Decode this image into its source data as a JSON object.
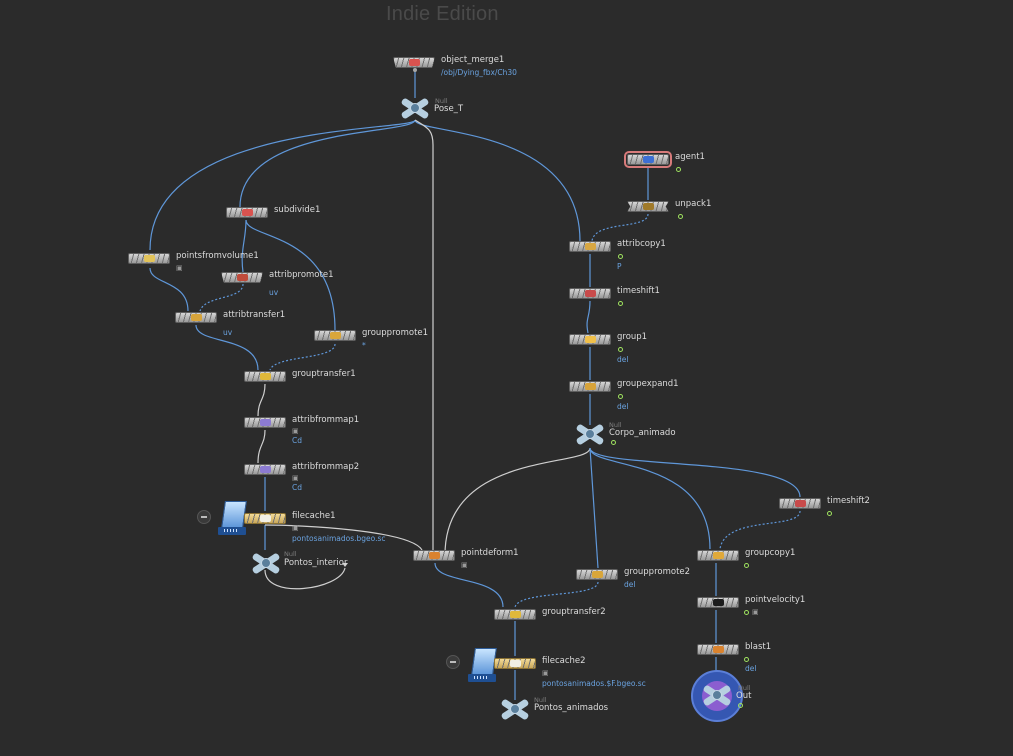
{
  "edition_banner": "Indie Edition",
  "null_type_label": "Null",
  "colors": {
    "background": "#2b2b2b",
    "wire_blue": "#5f97d9",
    "wire_grey": "#cfcfcf",
    "flag_green": "#9fe35f",
    "sub_text_blue": "#6aa2df",
    "agent_highlight": "#d77b7b"
  },
  "nodes": {
    "object_merge1": {
      "name": "object_merge1",
      "sub": "/obj/Dying_fbx/Ch30",
      "icon": "merge-icon"
    },
    "pose_t": {
      "name": "Pose_T",
      "icon": "null-icon"
    },
    "agent1": {
      "name": "agent1",
      "icon": "agent-icon"
    },
    "unpack1": {
      "name": "unpack1",
      "icon": "unpack-icon"
    },
    "subdivide1": {
      "name": "subdivide1",
      "icon": "subdivide-icon"
    },
    "pointsfromvolume1": {
      "name": "pointsfromvolume1",
      "icon": "points-icon"
    },
    "attribpromote1": {
      "name": "attribpromote1",
      "sub": "uv",
      "icon": "attribpromote-icon"
    },
    "attribtransfer1": {
      "name": "attribtransfer1",
      "sub": "uv",
      "icon": "attribtransfer-icon"
    },
    "grouppromote1": {
      "name": "grouppromote1",
      "sub": "*",
      "icon": "grouppromote-icon"
    },
    "grouptransfer1": {
      "name": "grouptransfer1",
      "icon": "grouptransfer-icon"
    },
    "attribfrommap1": {
      "name": "attribfrommap1",
      "sub": "Cd",
      "icon": "attribfrommap-icon"
    },
    "attribfrommap2": {
      "name": "attribfrommap2",
      "sub": "Cd",
      "icon": "attribfrommap-icon"
    },
    "filecache1": {
      "name": "filecache1",
      "sub": "pontosanimados.bgeo.sc",
      "icon": "filecache-icon"
    },
    "pontos_interior": {
      "name": "Pontos_interior",
      "icon": "null-icon"
    },
    "attribcopy1": {
      "name": "attribcopy1",
      "sub": "P",
      "icon": "attribcopy-icon"
    },
    "timeshift1": {
      "name": "timeshift1",
      "icon": "timeshift-icon"
    },
    "group1": {
      "name": "group1",
      "sub": "del",
      "icon": "group-icon"
    },
    "groupexpand1": {
      "name": "groupexpand1",
      "sub": "del",
      "icon": "groupexpand-icon"
    },
    "corpo_animado": {
      "name": "Corpo_animado",
      "icon": "null-icon"
    },
    "timeshift2": {
      "name": "timeshift2",
      "icon": "timeshift-icon"
    },
    "pointdeform1": {
      "name": "pointdeform1",
      "icon": "pointdeform-icon"
    },
    "grouppromote2": {
      "name": "grouppromote2",
      "sub": "del",
      "icon": "grouppromote-icon"
    },
    "grouptransfer2": {
      "name": "grouptransfer2",
      "icon": "grouptransfer-icon"
    },
    "filecache2": {
      "name": "filecache2",
      "sub": "pontosanimados.$F.bgeo.sc",
      "icon": "filecache-icon"
    },
    "pontos_animados": {
      "name": "Pontos_animados",
      "icon": "null-icon"
    },
    "groupcopy1": {
      "name": "groupcopy1",
      "icon": "groupcopy-icon"
    },
    "pointvelocity1": {
      "name": "pointvelocity1",
      "icon": "pointvelocity-icon"
    },
    "blast1": {
      "name": "blast1",
      "sub": "del",
      "icon": "blast-icon"
    },
    "out": {
      "name": "Out",
      "icon": "output-icon"
    }
  }
}
